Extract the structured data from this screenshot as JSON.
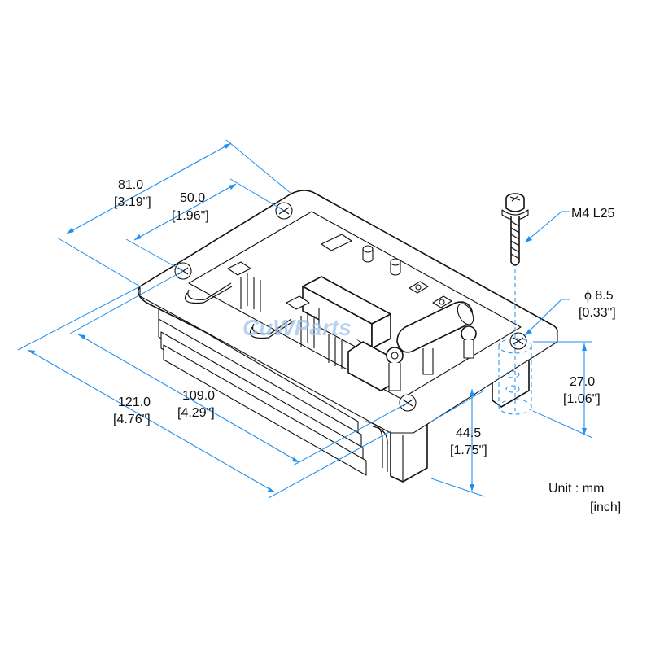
{
  "dimensions": {
    "overall_width": {
      "mm": "81.0",
      "inch": "[3.19\"]"
    },
    "mount_width": {
      "mm": "50.0",
      "inch": "[1.96\"]"
    },
    "overall_length": {
      "mm": "121.0",
      "inch": "[4.76\"]"
    },
    "mount_length": {
      "mm": "109.0",
      "inch": "[4.29\"]"
    },
    "height": {
      "mm": "44.5",
      "inch": "[1.75\"]"
    },
    "standoff_height": {
      "mm": "27.0",
      "inch": "[1.06\"]"
    },
    "hole_diameter": {
      "mm": "ϕ 8.5",
      "inch": "[0.33\"]"
    }
  },
  "screw_label": "M4 L25",
  "unit": {
    "line1": "Unit : mm",
    "line2": "[inch]"
  },
  "watermark": "CuWParts",
  "colors": {
    "dimension": "#1f8ff0",
    "outline": "#111111",
    "watermark": "#9ec3ea"
  }
}
